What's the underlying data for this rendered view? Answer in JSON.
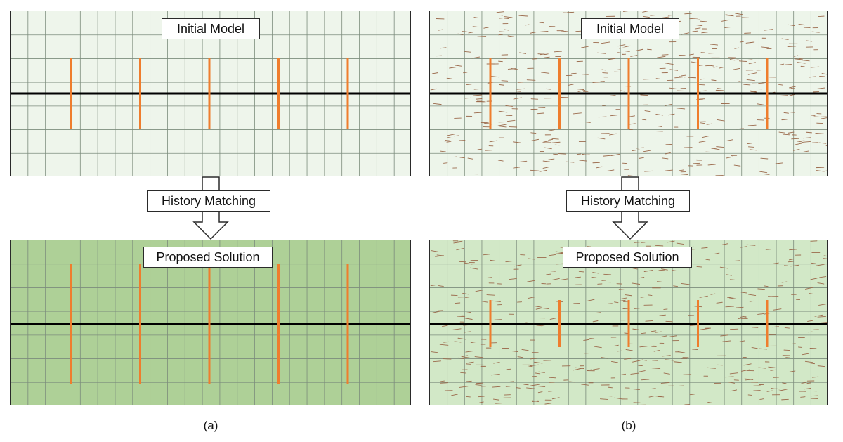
{
  "panel_a": {
    "caption": "(a)",
    "top_label": "Initial Model",
    "middle_label": "History Matching",
    "bottom_label": "Proposed Solution",
    "top_fill": "#eef5eb",
    "bottom_fill": "#aed097",
    "fractures": false
  },
  "panel_b": {
    "caption": "(b)",
    "top_label": "Initial Model",
    "middle_label": "History Matching",
    "bottom_label": "Proposed Solution",
    "top_fill": "#edf5ea",
    "bottom_fill": "#d2e8c7",
    "fractures": true
  },
  "colors": {
    "grid_line": "#7c8c7c",
    "wellbore": "#000000",
    "hydraulic_fracture": "#ef7d2d",
    "natural_fracture": "#9b6a4c",
    "arrow_outline": "#2a2a2a"
  },
  "hydraulic_fractures_per_model": 5
}
